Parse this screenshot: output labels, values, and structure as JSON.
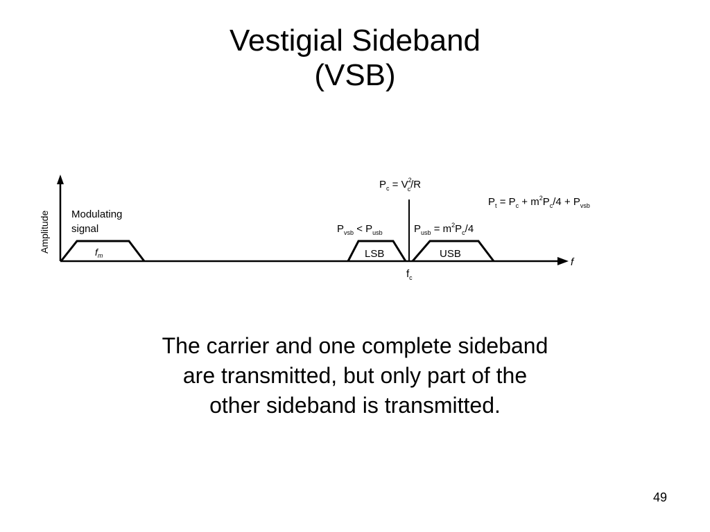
{
  "title": {
    "line1": "Vestigial Sideband",
    "line2": "(VSB)"
  },
  "diagram": {
    "axis_y_label": "Amplitude",
    "axis_x_label": "f",
    "modulating_signal": {
      "label_line1": "Modulating",
      "label_line2": "signal",
      "band_label": "f",
      "band_label_sub": "m"
    },
    "carrier": {
      "freq_label": "f",
      "freq_label_sub": "c",
      "power_label": "P",
      "power_label_sub": "c",
      "power_label_rest1": " = V",
      "power_label_sup": "2",
      "power_label_sub2": "c",
      "power_label_rest2": "/R"
    },
    "lsb": {
      "band_label": "LSB",
      "power_p1": "P",
      "power_sub1": "vsb",
      "power_mid": " < P",
      "power_sub2": "usb"
    },
    "usb": {
      "band_label": "USB",
      "power_p": "P",
      "power_sub": "usb",
      "power_mid": " = m",
      "power_sup": "2",
      "power_p2": "P",
      "power_sub2": "c",
      "power_rest": "/4"
    },
    "total_power": {
      "p": "P",
      "p_sub": "t",
      "eq": " = P",
      "eq_sub": "c",
      "plus": " + m",
      "sup": "2",
      "p2": "P",
      "p2_sub": "c",
      "rest": "/4 + P",
      "last_sub": "vsb"
    }
  },
  "caption": {
    "line1": "The carrier and one complete sideband",
    "line2": "are transmitted, but only part of the",
    "line3": "other sideband is transmitted."
  },
  "page_number": "49"
}
